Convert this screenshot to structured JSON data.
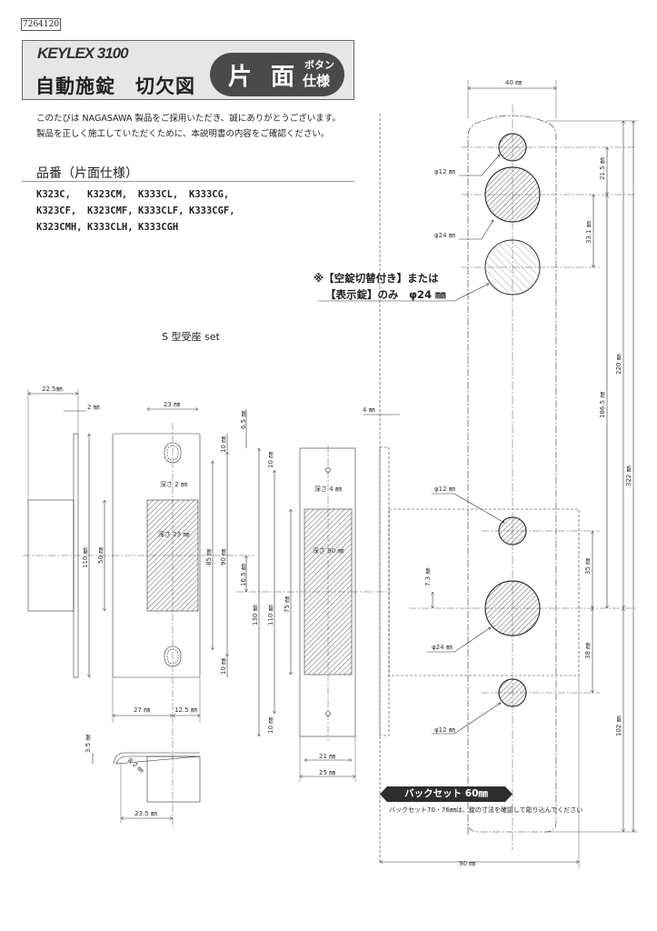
{
  "doc_id": "7264120",
  "header": {
    "logo": "KEYLEX 3100",
    "title": "自動施錠　切欠図",
    "pill_main": "片 面",
    "pill_small_1": "ボタン",
    "pill_small_2": "仕様"
  },
  "intro": [
    "このたびは NAGASAWA 製品をご採用いただき、誠にありがとうございます。",
    "製品を正しく施工していただくために、本説明書の内容をご確認ください。"
  ],
  "part_numbers": {
    "title": "品番（片面仕様）",
    "rows": [
      [
        "K323C,",
        "K323CM,",
        "K333CL,",
        "K333CG,"
      ],
      [
        "K323CF,",
        "K323CMF,",
        "K333CLF,",
        "K333CGF,"
      ],
      [
        "K323CMH,",
        "K333CLH,",
        "K333CGH"
      ]
    ]
  },
  "strike_label": "S 型受座 set",
  "note": [
    "※【空錠切替付き】または",
    "【表示錠】のみ　φ24 ㎜"
  ],
  "backset": {
    "label": "バックセット 60㎜",
    "note": "バックセット70・76㎜は、錠の寸法を確認して彫り込んでください"
  },
  "dims": {
    "w40": "40 ㎜",
    "d21_5": "21.5 ㎜",
    "d33_1": "33.1 ㎜",
    "d186_5": "186.5 ㎜",
    "d220": "220 ㎜",
    "d322": "322 ㎜",
    "d35": "35 ㎜",
    "d38": "38 ㎜",
    "d102": "102 ㎜",
    "w90": "90 ㎜",
    "w4": "4 ㎜",
    "d7_3": "7.3 ㎜",
    "phi12a": "φ12 ㎜",
    "phi24a": "φ24 ㎜",
    "phi12b": "φ12 ㎜",
    "phi24b": "φ24 ㎜",
    "phi12c": "φ12 ㎜",
    "l22_5": "22.5㎜",
    "l2": "2 ㎜",
    "l23": "23 ㎜",
    "l110": "110 ㎜",
    "l50": "50 ㎜",
    "l85": "85 ㎜",
    "l90": "90 ㎜",
    "l10a": "10 ㎜",
    "l10b": "10 ㎜",
    "l6_5": "6.5 ㎜",
    "l16_5": "16.5 ㎜",
    "l27": "27 ㎜",
    "l12_5": "12.5 ㎜",
    "depth2": "深さ 2 ㎜",
    "depth23": "深さ 23 ㎜",
    "l3_5": "3.5 ㎜",
    "r2": "R 2 ㎜",
    "l23_5": "23.5 ㎜",
    "b130": "130 ㎜",
    "b110": "110 ㎜",
    "b75": "75 ㎜",
    "b10a": "10 ㎜",
    "b10b": "10 ㎜",
    "depth4": "深さ 4 ㎜",
    "depth90": "深さ 90 ㎜",
    "b21": "21 ㎜",
    "b25": "25 ㎜"
  }
}
